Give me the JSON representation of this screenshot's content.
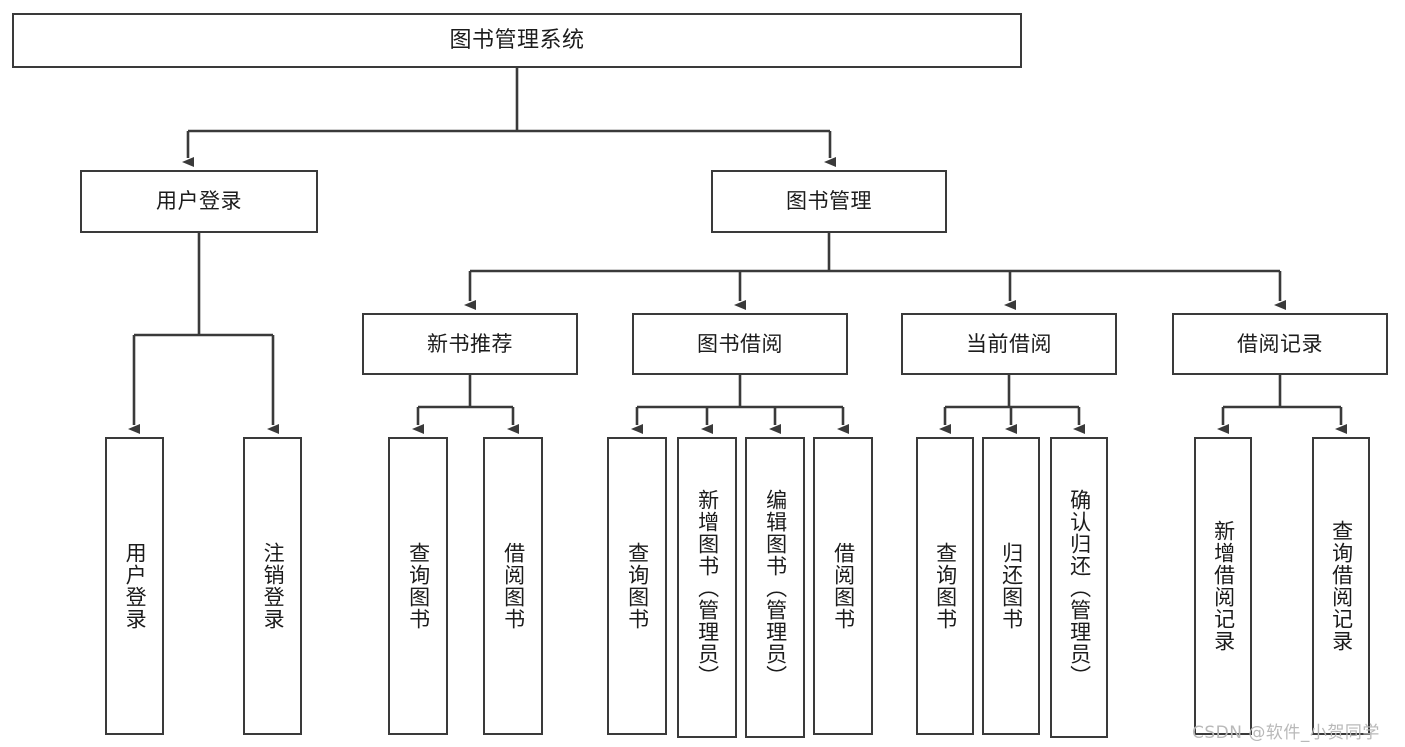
{
  "diagram": {
    "type": "tree-hierarchy-chart",
    "title": "图书管理系统",
    "line_color": "#3a3a3a",
    "box_fill": "#ffffff",
    "text_color": "#1c1c1c",
    "watermark": "CSDN @软件_小贺同学",
    "watermark_color": "#b9b9b9"
  },
  "root": {
    "label": "图书管理系统"
  },
  "level2": [
    {
      "label": "用户登录"
    },
    {
      "label": "图书管理"
    }
  ],
  "level3": [
    {
      "label": "新书推荐"
    },
    {
      "label": "图书借阅"
    },
    {
      "label": "当前借阅"
    },
    {
      "label": "借阅记录"
    }
  ],
  "leaves": {
    "user_login": [
      {
        "label": "用户登录"
      },
      {
        "label": "注销登录"
      }
    ],
    "new_book_recommend": [
      {
        "label": "查询图书"
      },
      {
        "label": "借阅图书"
      }
    ],
    "book_borrow": [
      {
        "label": "查询图书"
      },
      {
        "label": "新增图书（管理员）"
      },
      {
        "label": "编辑图书（管理员）"
      },
      {
        "label": "借阅图书"
      }
    ],
    "current_borrow": [
      {
        "label": "查询图书"
      },
      {
        "label": "归还图书"
      },
      {
        "label": "确认归还（管理员）"
      }
    ],
    "borrow_record": [
      {
        "label": "新增借阅记录"
      },
      {
        "label": "查询借阅记录"
      }
    ]
  }
}
